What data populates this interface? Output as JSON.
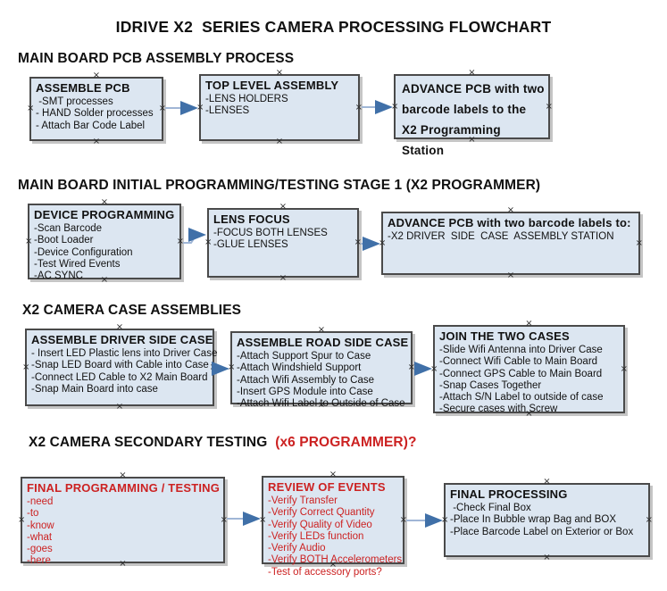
{
  "title": "IDRIVE X2  SERIES CAMERA PROCESSING FLOWCHART",
  "colors": {
    "box_fill": "#dce6f1",
    "box_border": "#4a4a4a",
    "arrow_line": "#a0b6d6",
    "arrow_head": "#4070a8",
    "red_text": "#cc2222",
    "text": "#111111"
  },
  "sections": [
    {
      "heading": "MAIN BOARD PCB ASSEMBLY PROCESS",
      "boxes": [
        {
          "title": "ASSEMBLE PCB",
          "items": [
            " -SMT processes",
            "- HAND Solder processes",
            "- Attach Bar Code Label"
          ]
        },
        {
          "title": "TOP LEVEL ASSEMBLY",
          "items": [
            "-LENS HOLDERS",
            "-LENSES"
          ]
        },
        {
          "title": "ADVANCE PCB with two barcode labels to the  X2 Programming Station",
          "items": []
        }
      ]
    },
    {
      "heading": "MAIN BOARD INITIAL PROGRAMMING/TESTING STAGE 1 (X2 PROGRAMMER)",
      "boxes": [
        {
          "title": "DEVICE PROGRAMMING",
          "items": [
            "-Scan Barcode",
            "-Boot Loader",
            "-Device Configuration",
            "-Test Wired Events",
            "-AC SYNC"
          ]
        },
        {
          "title": "LENS FOCUS",
          "items": [
            "-FOCUS BOTH LENSES",
            "-GLUE LENSES"
          ]
        },
        {
          "title": "ADVANCE PCB with two barcode labels to:",
          "items": [
            "-X2 DRIVER  SIDE  CASE  ASSEMBLY STATION"
          ]
        }
      ]
    },
    {
      "heading": "X2 CAMERA CASE ASSEMBLIES",
      "boxes": [
        {
          "title": "ASSEMBLE DRIVER SIDE CASE",
          "items": [
            "- Insert LED Plastic lens into Driver Case",
            "-Snap LED Board with Cable into Case",
            "-Connect LED Cable to X2 Main Board",
            "-Snap Main Board into case"
          ]
        },
        {
          "title": "ASSEMBLE ROAD SIDE CASE",
          "items": [
            "-Attach Support Spur to Case",
            "-Attach Windshield Support",
            "-Attach Wifi Assembly to Case",
            "-Insert GPS Module into Case",
            "-Attach Wifi Label to Outside of Case"
          ]
        },
        {
          "title": "JOIN THE TWO CASES",
          "items": [
            "-Slide Wifi Antenna into Driver Case",
            "-Connect Wifi Cable to Main Board",
            "-Connect GPS Cable to Main Board",
            "-Snap Cases Together",
            "-Attach S/N Label to outside of case",
            "-Secure cases with Screw"
          ]
        }
      ]
    },
    {
      "heading": "X2 CAMERA SECONDARY TESTING ",
      "heading_red": " (x6 PROGRAMMER)?",
      "boxes": [
        {
          "title": "FINAL PROGRAMMING / TESTING",
          "items": [
            "-need",
            "-to",
            "-know",
            "-what",
            "-goes",
            "-here"
          ]
        },
        {
          "title": "REVIEW OF EVENTS",
          "items": [
            "-Verify Transfer",
            "-Verify Correct Quantity",
            "-Verify Quality of Video",
            "-Verify LEDs function",
            "-Verify Audio",
            "-Verify BOTH Accelerometers",
            "-Test of accessory ports?"
          ]
        },
        {
          "title": "FINAL PROCESSING",
          "items": [
            " -Check Final Box",
            "-Place In Bubble wrap Bag and BOX",
            "-Place Barcode Label on Exterior or Box"
          ]
        }
      ]
    }
  ]
}
